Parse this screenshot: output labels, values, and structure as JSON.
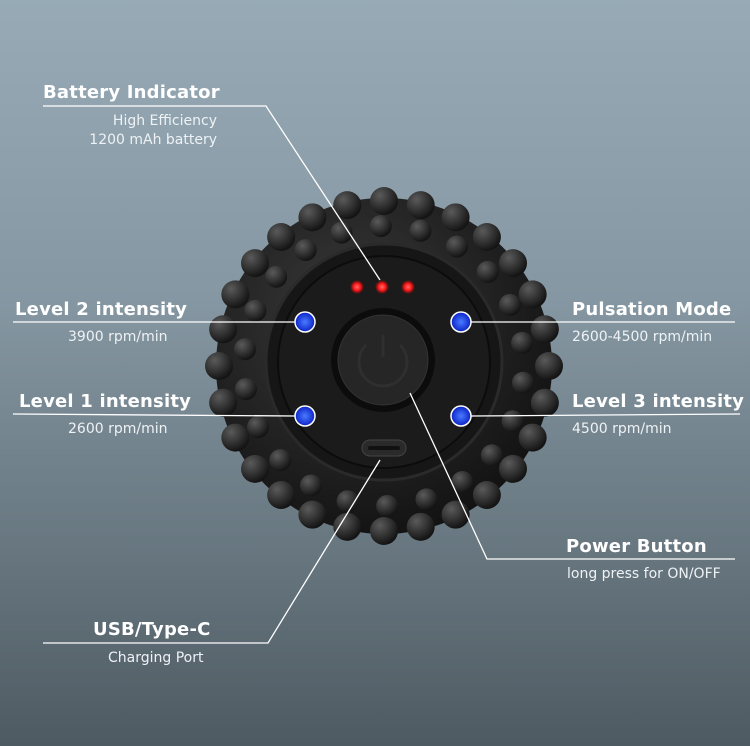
{
  "callouts": {
    "battery": {
      "title": "Battery Indicator",
      "lines": [
        "High Efficiency",
        "1200 mAh battery"
      ]
    },
    "level2": {
      "title": "Level 2 intensity",
      "sub": "3900 rpm/min"
    },
    "level1": {
      "title": "Level 1 intensity",
      "sub": "2600 rpm/min"
    },
    "pulsation": {
      "title": "Pulsation Mode",
      "sub": "2600-4500 rpm/min"
    },
    "level3": {
      "title": "Level 3 intensity",
      "sub": "4500 rpm/min"
    },
    "power": {
      "title": "Power Button",
      "sub": "long press for ON/OFF"
    },
    "usb": {
      "title": "USB/Type-C",
      "sub": "Charging Port"
    }
  },
  "colors": {
    "led_battery": "#ff2a2a",
    "led_mode": "#1e46ff",
    "ball": "#1c1c1c"
  }
}
